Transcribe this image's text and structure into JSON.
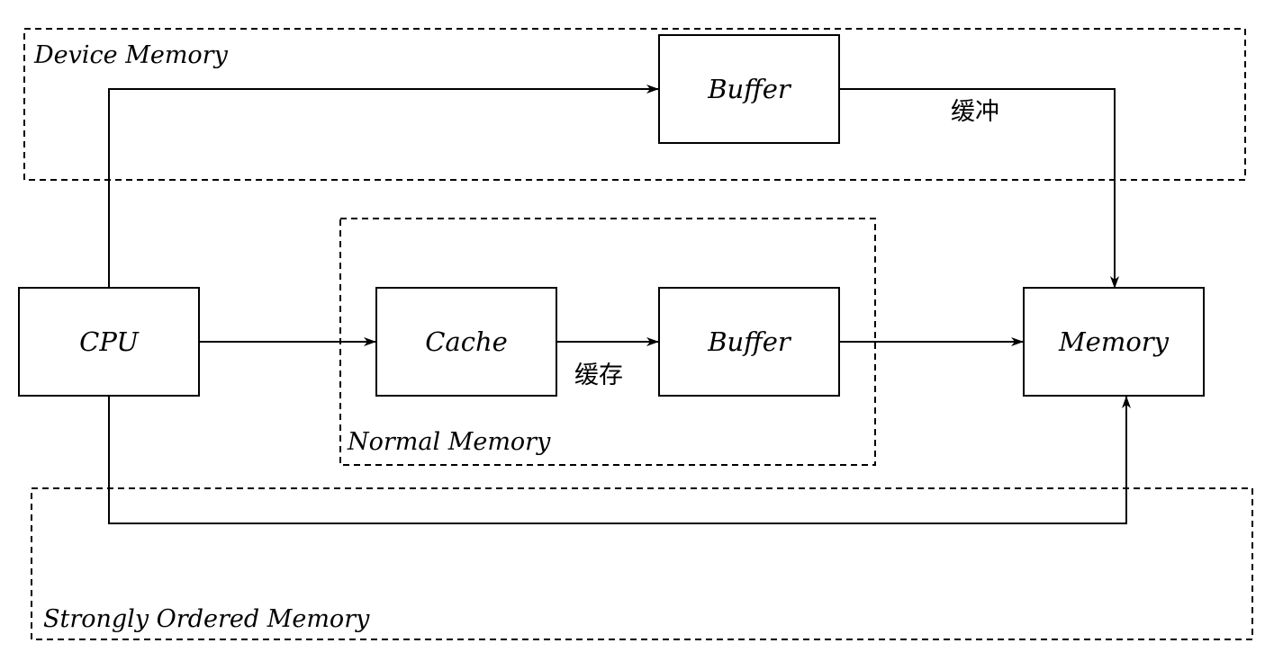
{
  "regions": {
    "device": "Device Memory",
    "normal": "Normal Memory",
    "strongly_ordered": "Strongly Ordered Memory"
  },
  "nodes": {
    "cpu": "CPU",
    "cache": "Cache",
    "buffer_device": "Buffer",
    "buffer_normal": "Buffer",
    "memory": "Memory"
  },
  "edge_labels": {
    "device_buffer": "缓冲",
    "cache": "缓存"
  }
}
